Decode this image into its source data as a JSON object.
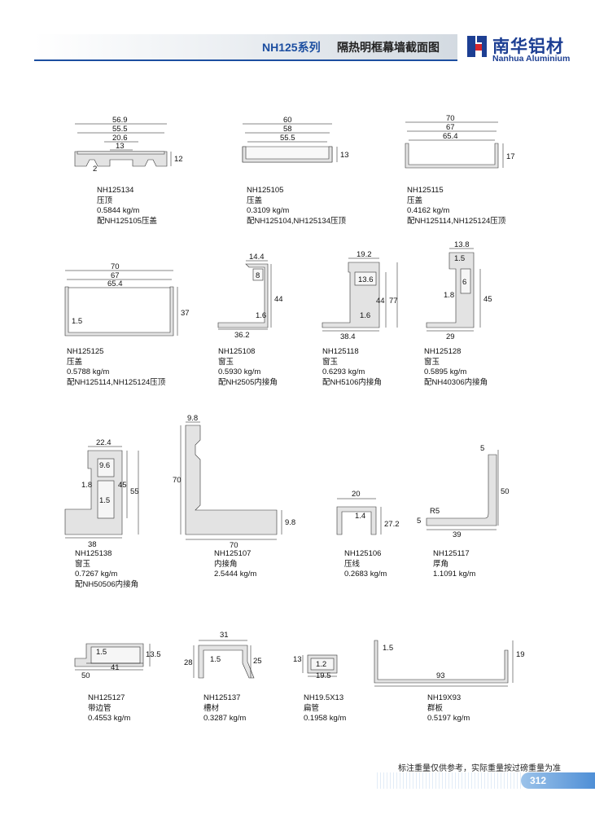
{
  "header": {
    "series": "NH125系列",
    "title": "隔热明框幕墙截面图"
  },
  "brand": {
    "name_cn": "南华铝材",
    "name_en": "Nanhua Aluminium",
    "color": "#1d3f93"
  },
  "profiles": [
    {
      "code": "NH125134",
      "name": "压顶",
      "weight": "0.5844 kg/m",
      "match": "配NH125105压盖",
      "dims": [
        "56.9",
        "55.5",
        "20.6",
        "13",
        "12",
        "2"
      ]
    },
    {
      "code": "NH125105",
      "name": "压盖",
      "weight": "0.3109 kg/m",
      "match": "配NH125104,NH125134压顶",
      "dims": [
        "60",
        "58",
        "55.5",
        "13"
      ]
    },
    {
      "code": "NH125115",
      "name": "压盖",
      "weight": "0.4162 kg/m",
      "match": "配NH125114,NH125124压顶",
      "dims": [
        "70",
        "67",
        "65.4",
        "17"
      ]
    },
    {
      "code": "NH125125",
      "name": "压盖",
      "weight": "0.5788 kg/m",
      "match": "配NH125114,NH125124压顶",
      "dims": [
        "70",
        "67",
        "65.4",
        "37",
        "1.5"
      ]
    },
    {
      "code": "NH125108",
      "name": "窗玉",
      "weight": "0.5930 kg/m",
      "match": "配NH2505内接角",
      "dims": [
        "14.4",
        "8",
        "44",
        "1.6",
        "36.2"
      ]
    },
    {
      "code": "NH125118",
      "name": "窗玉",
      "weight": "0.6293 kg/m",
      "match": "配NH5106内接角",
      "dims": [
        "19.2",
        "13.6",
        "44",
        "77",
        "1.6",
        "38.4"
      ]
    },
    {
      "code": "NH125128",
      "name": "窗玉",
      "weight": "0.5895 kg/m",
      "match": "配NH40306内接角",
      "dims": [
        "13.8",
        "1.5",
        "6",
        "1.8",
        "45",
        "29"
      ]
    },
    {
      "code": "NH125138",
      "name": "窗玉",
      "weight": "0.7267 kg/m",
      "match": "配NH50506内接角",
      "dims": [
        "22.4",
        "9.6",
        "1.8",
        "45",
        "55",
        "1.5",
        "38"
      ]
    },
    {
      "code": "NH125107",
      "name": "内接角",
      "weight": "2.5444 kg/m",
      "match": "",
      "dims": [
        "9.8",
        "70",
        "70",
        "9.8"
      ]
    },
    {
      "code": "NH125106",
      "name": "压线",
      "weight": "0.2683 kg/m",
      "match": "",
      "dims": [
        "20",
        "1.4",
        "27.2"
      ]
    },
    {
      "code": "NH125117",
      "name": "厚角",
      "weight": "1.1091 kg/m",
      "match": "",
      "dims": [
        "5",
        "50",
        "R5",
        "5",
        "39"
      ]
    },
    {
      "code": "NH125127",
      "name": "带边管",
      "weight": "0.4553 kg/m",
      "match": "",
      "dims": [
        "1.5",
        "13.5",
        "41",
        "50"
      ]
    },
    {
      "code": "NH125137",
      "name": "槽材",
      "weight": "0.3287 kg/m",
      "match": "",
      "dims": [
        "31",
        "28",
        "1.5",
        "25"
      ]
    },
    {
      "code": "NH19.5X13",
      "name": "扁管",
      "weight": "0.1958 kg/m",
      "match": "",
      "dims": [
        "13",
        "1.2",
        "19.5"
      ]
    },
    {
      "code": "NH19X93",
      "name": "群板",
      "weight": "0.5197 kg/m",
      "match": "",
      "dims": [
        "1.5",
        "19",
        "93"
      ]
    }
  ],
  "footer": {
    "note": "标注重量仅供参考，实际重量按过磅重量为准",
    "page": "312"
  }
}
